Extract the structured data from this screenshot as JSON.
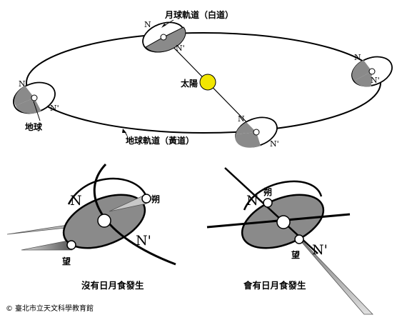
{
  "top": {
    "moon_orbit_label": "月球軌道（白道）",
    "sun_label": "太陽",
    "earth_label": "地球",
    "earth_orbit_label": "地球軌道（黃道）",
    "node_n": "N",
    "node_n_prime": "N'"
  },
  "bottom_left": {
    "node_n": "N",
    "node_n_prime": "N'",
    "new_moon_label": "朔",
    "full_moon_label": "望",
    "caption": "沒有日月食發生"
  },
  "bottom_right": {
    "node_n": "N",
    "node_n_prime": "N'",
    "new_moon_label": "朔",
    "full_moon_label": "望",
    "caption": "會有日月食發生"
  },
  "credit": "臺北市立天文科學教育館",
  "credit_symbol": "©",
  "colors": {
    "sun": "#f2e600",
    "shade": "#8a8a8a",
    "line": "#000000",
    "background": "#ffffff"
  }
}
